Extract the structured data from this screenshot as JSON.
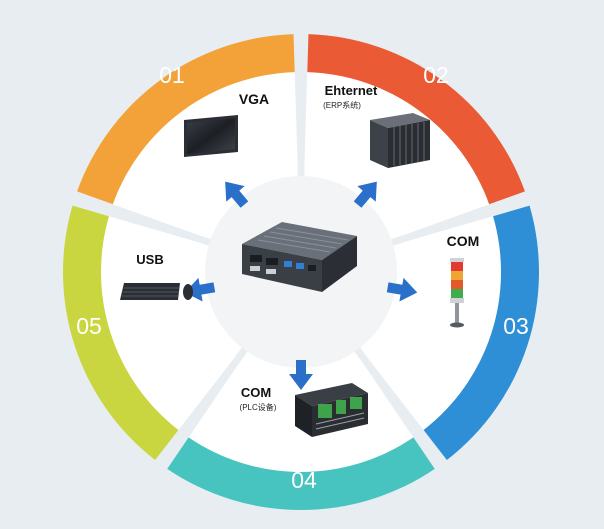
{
  "segments": [
    {
      "number": "01",
      "label": "VGA",
      "sublabel": "",
      "device": "monitor-icon",
      "color": "#f3a23a"
    },
    {
      "number": "02",
      "label": "Ehternet",
      "sublabel": "(ERP系统)",
      "device": "server-rack-icon",
      "color": "#ea5a35"
    },
    {
      "number": "03",
      "label": "COM",
      "sublabel": "",
      "device": "signal-tower-light-icon",
      "color": "#2f8fd6"
    },
    {
      "number": "04",
      "label": "COM",
      "sublabel": "(PLC设备)",
      "device": "plc-module-icon",
      "color": "#48c4c0"
    },
    {
      "number": "05",
      "label": "USB",
      "sublabel": "",
      "device": "keyboard-mouse-icon",
      "color": "#c9d63f"
    }
  ],
  "center": {
    "device": "industrial-pc-icon"
  },
  "colors": {
    "background": "#e8edf1",
    "arrow": "#2a6fc9",
    "hub": "#f2f4f6"
  }
}
